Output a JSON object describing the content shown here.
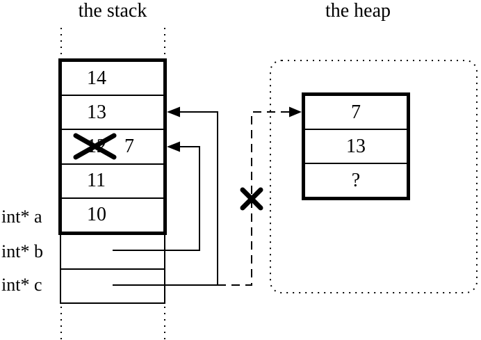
{
  "titles": {
    "stack": "the stack",
    "heap": "the heap"
  },
  "stack": {
    "cells": [
      "14",
      "13",
      "12",
      "11",
      "10"
    ],
    "overwritten_value": "7",
    "labels": [
      "int* a",
      "int* b",
      "int* c"
    ]
  },
  "heap": {
    "cells": [
      "7",
      "13",
      "?"
    ]
  },
  "icons": {
    "cross_out": "X",
    "arrow_left": "◄",
    "arrow_right": "►"
  },
  "colors": {
    "ink": "#000000",
    "paper": "#ffffff"
  }
}
